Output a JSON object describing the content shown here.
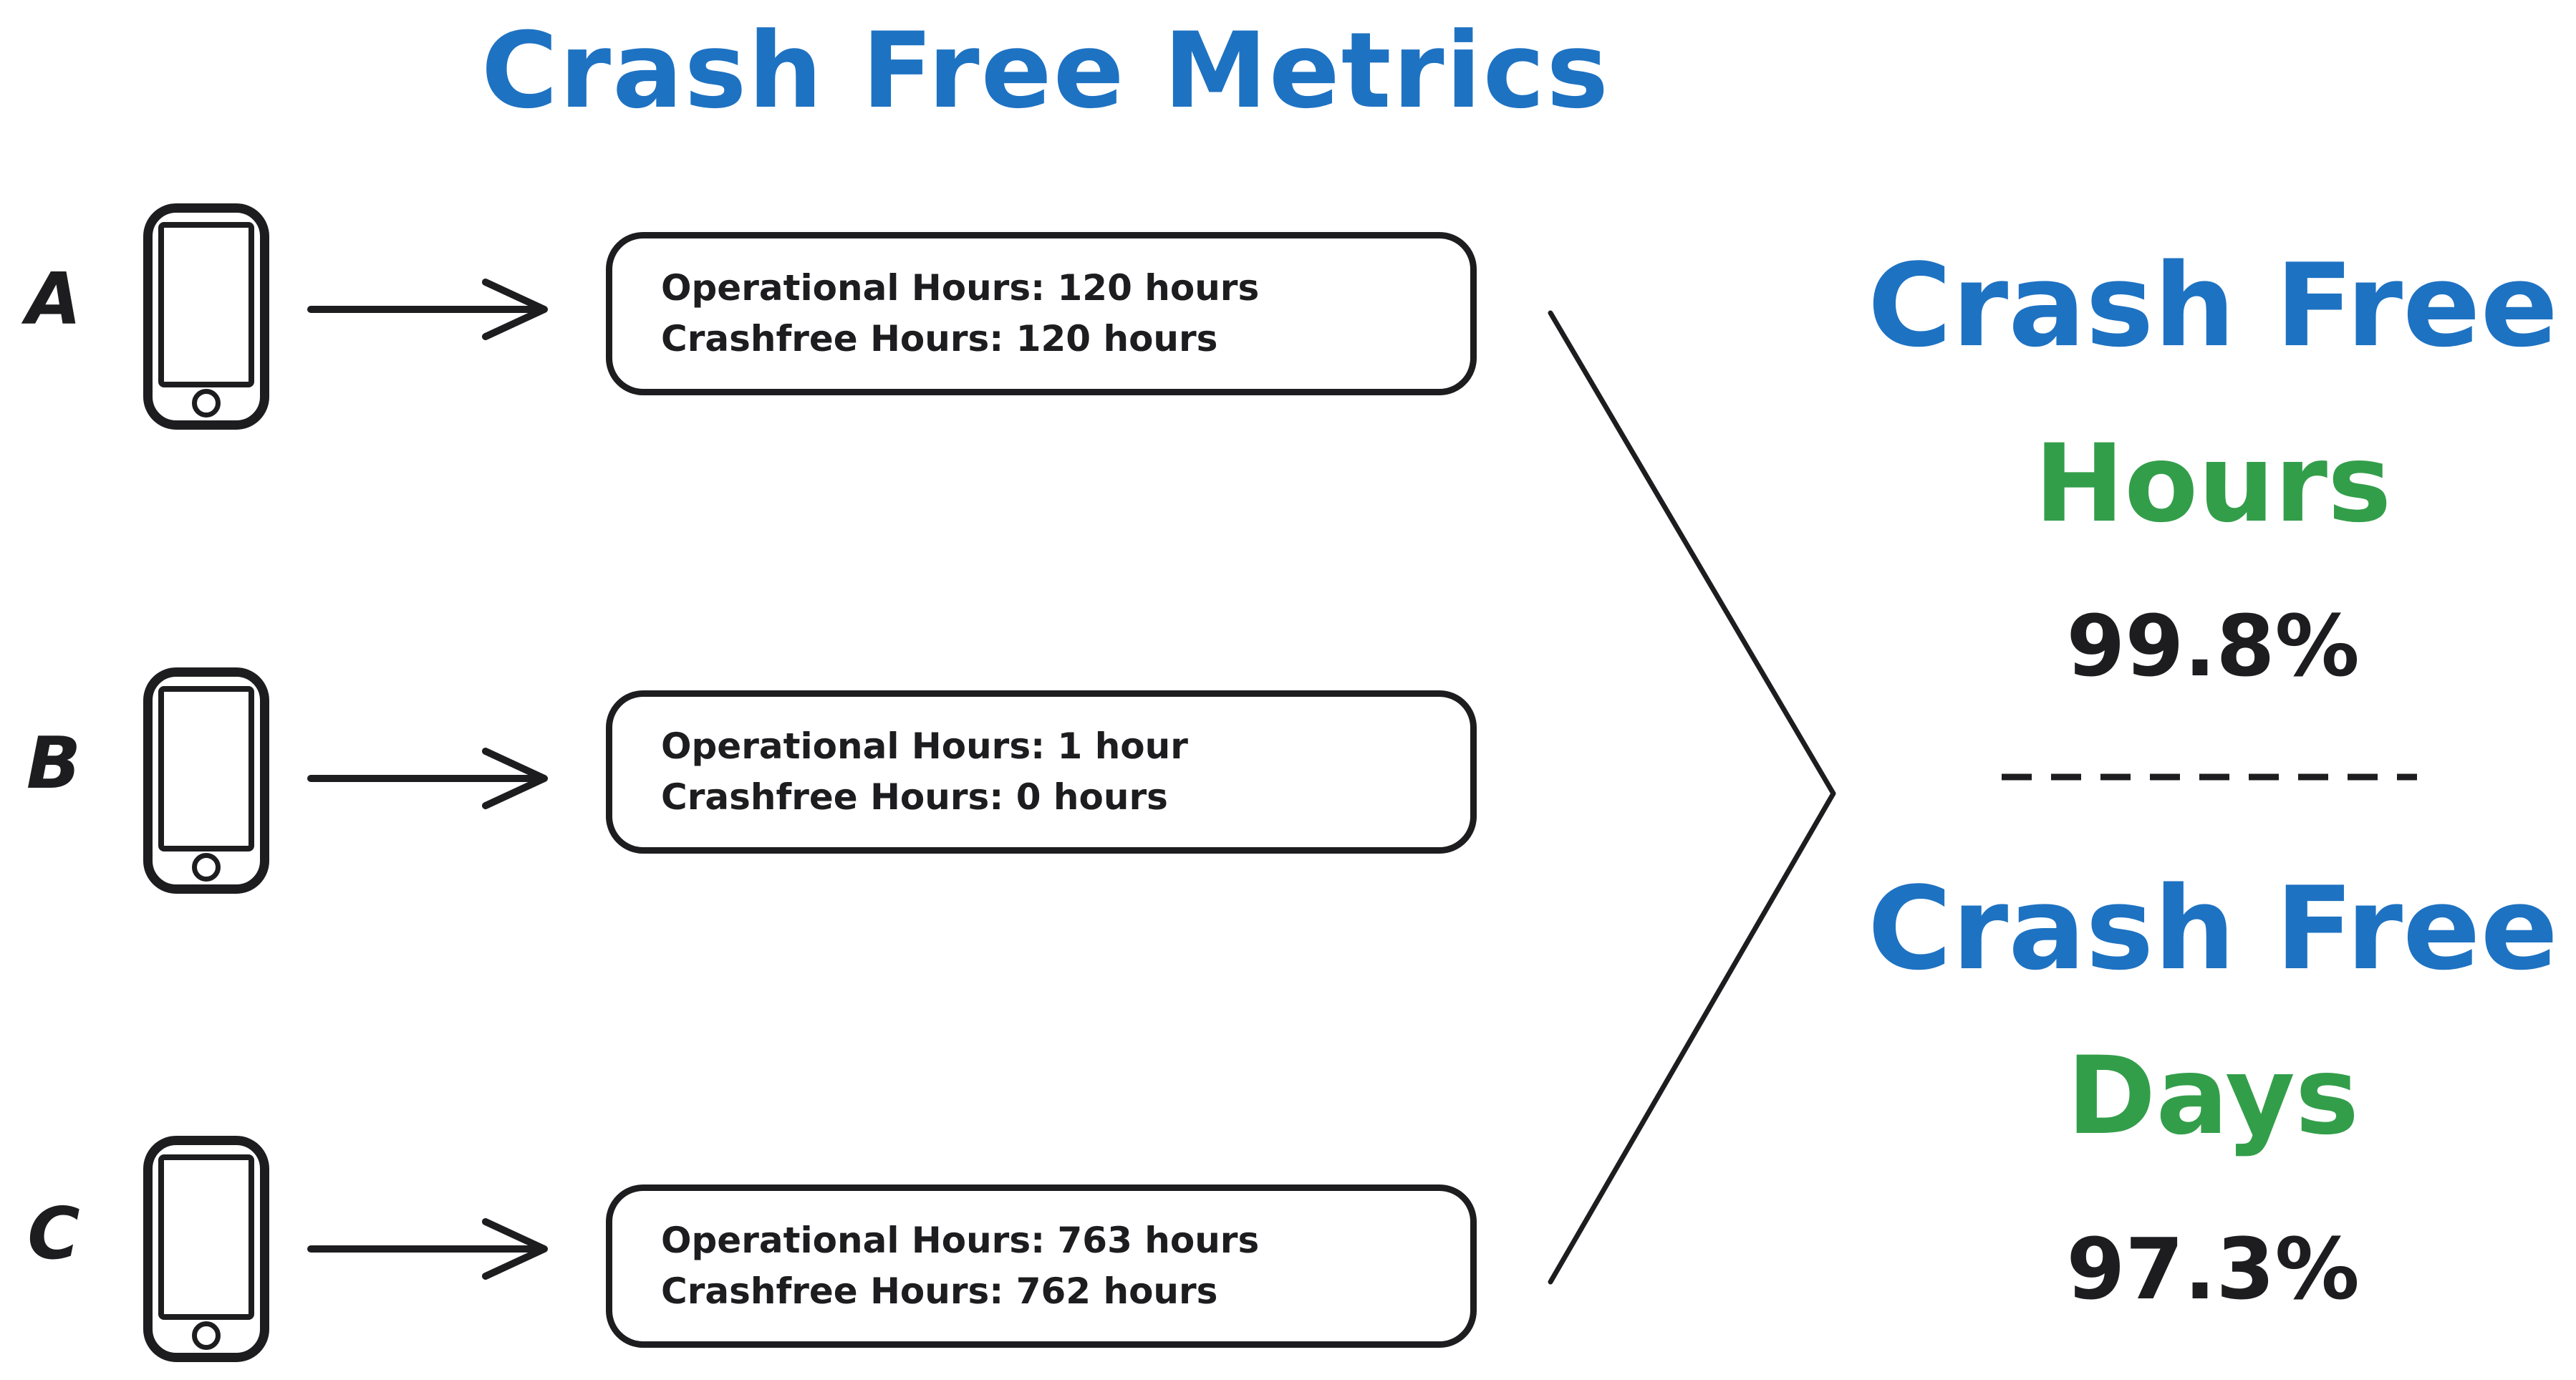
{
  "title": "Crash Free Metrics",
  "colors": {
    "blue": "#1e72c2",
    "green": "#339e4a",
    "ink": "#1d1d20"
  },
  "devices": [
    {
      "label": "A",
      "operational": "Operational Hours: 120 hours",
      "crashfree": "Crashfree Hours: 120 hours"
    },
    {
      "label": "B",
      "operational": "Operational Hours: 1 hour",
      "crashfree": "Crashfree Hours: 0 hours"
    },
    {
      "label": "C",
      "operational": "Operational Hours: 763 hours",
      "crashfree": "Crashfree Hours: 762 hours"
    }
  ],
  "metrics": [
    {
      "name": "Crash Free",
      "unit": "Hours",
      "value": "99.8%"
    },
    {
      "name": "Crash Free",
      "unit": "Days",
      "value": "97.3%"
    }
  ],
  "icons": {
    "phone": "smartphone-icon",
    "arrow": "arrow-right-icon",
    "merge": "merge-chevron-icon",
    "divider": "dashed-divider"
  }
}
